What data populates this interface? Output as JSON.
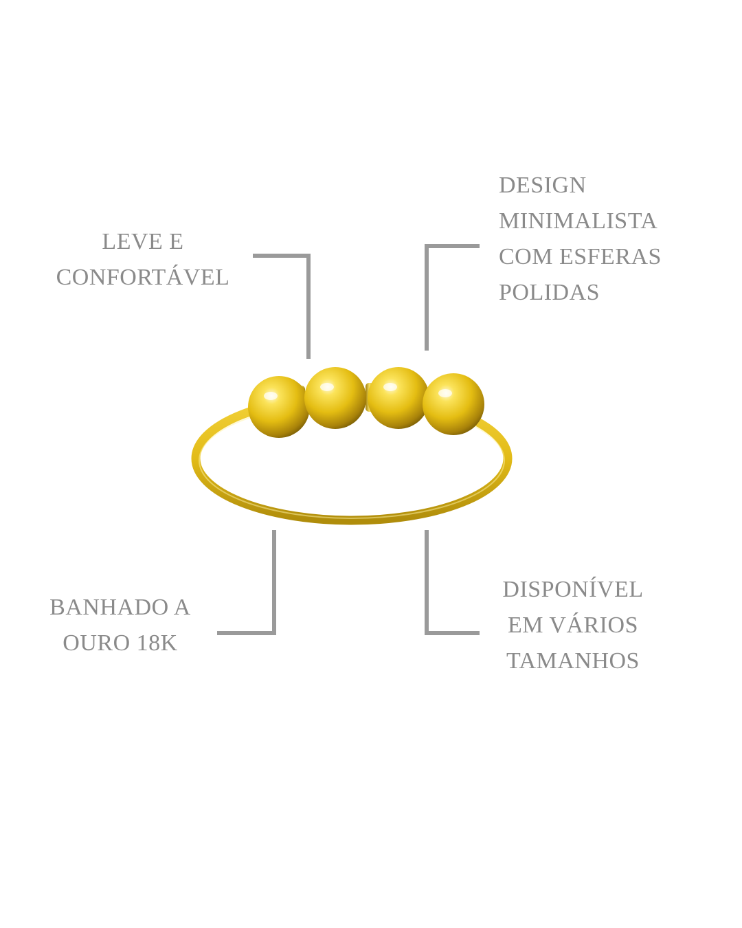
{
  "features": {
    "top_left": {
      "lines": [
        "LEVE E",
        "CONFORTÁVEL"
      ]
    },
    "top_right": {
      "lines": [
        "DESIGN",
        "MINIMALISTA",
        "COM ESFERAS",
        "POLIDAS"
      ]
    },
    "bottom_left": {
      "lines": [
        "BANHADO A",
        "OURO 18K"
      ]
    },
    "bottom_right": {
      "lines": [
        "DISPONÍVEL",
        "EM VÁRIOS",
        "TAMANHOS"
      ]
    }
  },
  "colors": {
    "background": "#ffffff",
    "text": "#8a8a8a",
    "connector": "#9a9a9a",
    "gold": "#e8c21c"
  },
  "product": {
    "image": "gold-ring-with-four-beads"
  }
}
